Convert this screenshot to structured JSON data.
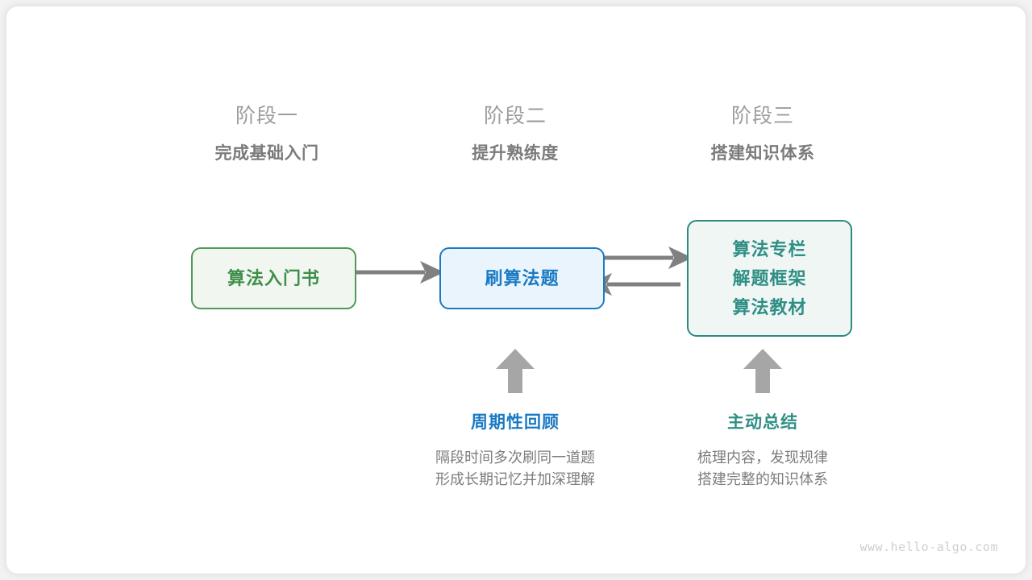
{
  "diagram": {
    "stages": [
      {
        "name": "阶段一",
        "title": "完成基础入门"
      },
      {
        "name": "阶段二",
        "title": "提升熟练度"
      },
      {
        "name": "阶段三",
        "title": "搭建知识体系"
      }
    ],
    "nodes": [
      {
        "id": "book",
        "lines": [
          "算法入门书"
        ],
        "border_color": "#4e9a56",
        "fill_color": "#f1f7f0",
        "text_color": "#3f8f4a"
      },
      {
        "id": "practice",
        "lines": [
          "刷算法题"
        ],
        "border_color": "#1a7ac4",
        "fill_color": "#eaf4fc",
        "text_color": "#1a7ac4"
      },
      {
        "id": "resources",
        "lines": [
          "算法专栏",
          "解题框架",
          "算法教材"
        ],
        "border_color": "#2d8a80",
        "fill_color": "#eff6f4",
        "text_color": "#2f8f85"
      }
    ],
    "connectors": [
      {
        "name": "book-to-practice",
        "direction": "right",
        "color": "#808080"
      },
      {
        "name": "practice-to-resources",
        "direction": "right",
        "color": "#808080"
      },
      {
        "name": "resources-to-practice",
        "direction": "left",
        "color": "#808080"
      },
      {
        "name": "review-up-arrow",
        "direction": "up",
        "color": "#a6a6a6"
      },
      {
        "name": "summary-up-arrow",
        "direction": "up",
        "color": "#a6a6a6"
      }
    ],
    "annotations": [
      {
        "id": "review",
        "title": "周期性回顾",
        "color": "#1a7ac4",
        "desc_lines": [
          "隔段时间多次刷同一道题",
          "形成长期记忆并加深理解"
        ]
      },
      {
        "id": "summary",
        "title": "主动总结",
        "color": "#2f9085",
        "desc_lines": [
          "梳理内容，发现规律",
          "搭建完整的知识体系"
        ]
      }
    ],
    "watermark": "www.hello-algo.com"
  }
}
